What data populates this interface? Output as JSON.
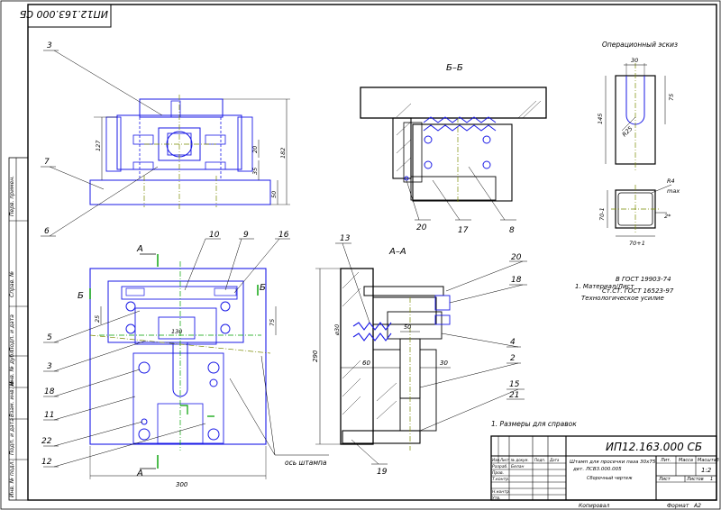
{
  "stamp_top": "ИП12.163.000 СБ",
  "section_bb": "Б–Б",
  "section_aa": "А–А",
  "op_sketch": {
    "title": "Операционный эскиз",
    "d30": "30",
    "d75": "75",
    "d145": "145",
    "r25": "R25",
    "r4": "R4",
    "r4max": "max",
    "d70v": "70-1",
    "d70h": "70+1",
    "d2": "2*"
  },
  "notes_material": [
    "1. Материал/Лист",
    "В ГОСТ 19903-74",
    "Ст.СТ. ГОСТ 16523-97"
  ],
  "notes_tech": "Технологическое усилие",
  "note_sizes": "1. Размеры для справок",
  "axis_label": "ось штампа",
  "dim_front": {
    "d127": "127",
    "d182": "182",
    "d50": "50",
    "d20": "20",
    "d35": "35"
  },
  "dim_plan": {
    "d300": "300",
    "d25": "25",
    "d75": "75",
    "d130": "130"
  },
  "dim_aa": {
    "d290": "290",
    "d60": "60",
    "d30": "30",
    "d50": "50",
    "d30v": "ø30"
  },
  "view_marks": {
    "a_top": "А",
    "a_bot": "А",
    "b_left": "Б",
    "b_right": "Б"
  },
  "callouts": {
    "c3a": "3",
    "c7": "7",
    "c6": "6",
    "c20a": "20",
    "c17": "17",
    "c8": "8",
    "c10": "10",
    "c9": "9",
    "c16": "16",
    "c13": "13",
    "c20b": "20",
    "c18b": "18",
    "c5": "5",
    "c3b": "3",
    "c18a": "18",
    "c11": "11",
    "c22": "22",
    "c12": "12",
    "c4": "4",
    "c2": "2",
    "c15": "15",
    "c21": "21",
    "c19": "19"
  },
  "title_block": {
    "designation": "ИП12.163.000 СБ",
    "name_line1": "Штамп для просечки паза 30х75",
    "name_line2": "дет. ЛСВ3.000.005",
    "name_line3": "Сборочный чертеж",
    "lit": "Лит.",
    "mass": "Масса",
    "scale": "Масштаб",
    "scale_val": "1:2",
    "sheet": "Лист",
    "sheets": "Листов",
    "sheets_val": "1",
    "row_labels": [
      "Изм.",
      "Лист",
      "№ докум.",
      "Подп.",
      "Дата"
    ],
    "roles": [
      "Разраб.",
      "Пров.",
      "Т.контр.",
      "",
      "Н.контр.",
      "Утв."
    ],
    "dev_name": "Белан"
  },
  "bottom": {
    "copied": "Копировал",
    "format": "Формат",
    "format_val": "А2"
  },
  "side_strip": [
    "Перв. примен.",
    "Справ. №",
    "Подп. и дата",
    "Инв. № дубл.",
    "Взам. инв. №",
    "Подп. и дата",
    "Инв. № подл."
  ]
}
